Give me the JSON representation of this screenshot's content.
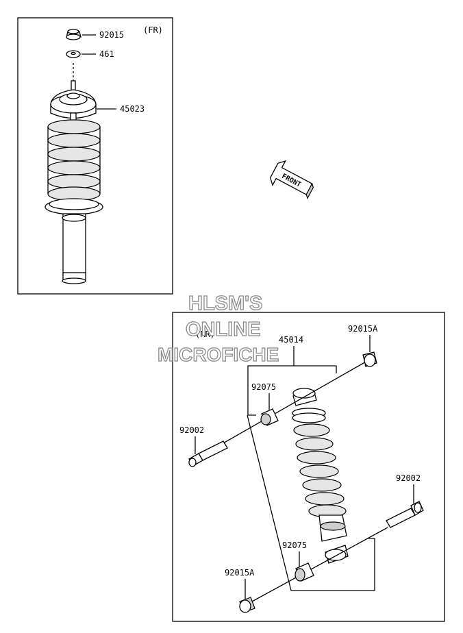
{
  "front_group": {
    "tag": "(FR)",
    "parts": [
      {
        "number": "92015"
      },
      {
        "number": "461"
      },
      {
        "number": "45023"
      }
    ]
  },
  "rear_group": {
    "tag": "(RR)",
    "parts": [
      {
        "number": "92015A"
      },
      {
        "number": "45014"
      },
      {
        "number": "92075"
      },
      {
        "number": "92002"
      },
      {
        "number": "92002"
      },
      {
        "number": "92075"
      },
      {
        "number": "92015A"
      }
    ]
  },
  "front_arrow_label": "FRONT",
  "watermark": {
    "line1": "HLSM'S",
    "line2": "ONLINE",
    "line3": "MICROFICHE"
  }
}
